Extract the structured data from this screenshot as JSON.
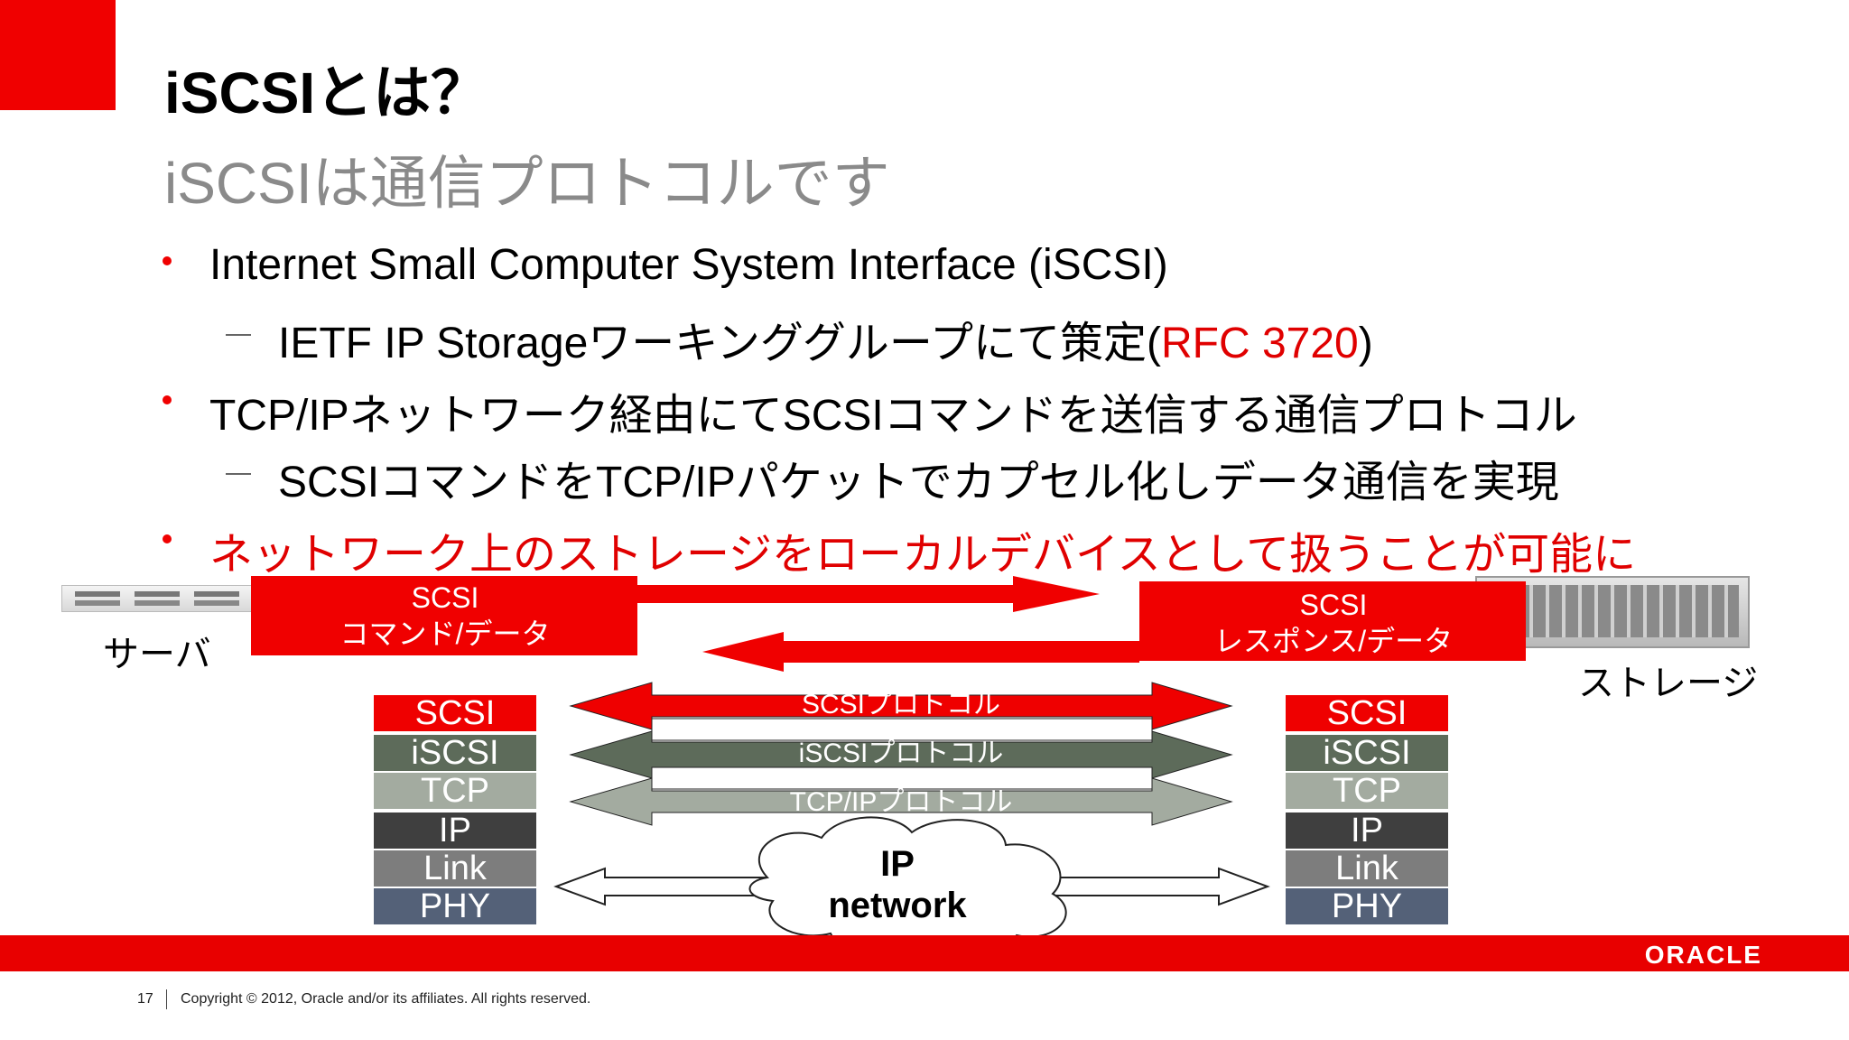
{
  "slide": {
    "title": "iSCSIとは？",
    "subtitle": "iSCSIは通信プロトコルです"
  },
  "bullets": {
    "b1": "Internet Small Computer System Interface (iSCSI)",
    "b1_sub_pre": "IETF IP Storageワーキンググループにて策定(",
    "b1_sub_red": "RFC 3720",
    "b1_sub_post": ")",
    "b2": "TCP/IPネットワーク経由にてSCSIコマンドを送信する通信プロトコル",
    "b2_sub": "SCSIコマンドをTCP/IPパケットでカプセル化しデータ通信を実現",
    "b3": "ネットワーク上のストレージをローカルデバイスとして扱うことが可能に"
  },
  "diagram": {
    "server_label": "サーバ",
    "storage_label": "ストレージ",
    "server_box_line1": "SCSI",
    "server_box_line2": "コマンド/データ",
    "storage_box_line1": "SCSI",
    "storage_box_line2": "レスポンス/データ",
    "stack_left": [
      "SCSI",
      "iSCSI",
      "TCP",
      "IP",
      "Link",
      "PHY"
    ],
    "stack_right": [
      "SCSI",
      "iSCSI",
      "TCP",
      "IP",
      "Link",
      "PHY"
    ],
    "proto_scsi": "SCSIプロトコル",
    "proto_iscsi": "iSCSIプロトコル",
    "proto_tcpip": "TCP/IPプロトコル",
    "cloud_line1": "IP",
    "cloud_line2": "network"
  },
  "footer": {
    "page_number": "17",
    "copyright": "Copyright © 2012, Oracle and/or its affiliates. All rights reserved.",
    "logo_text": "ORACLE"
  },
  "colors": {
    "accent_red": "#f00000",
    "scsi": "#ef0000",
    "iscsi": "#5d6b5a",
    "tcp": "#a3aba0",
    "ip": "#3f3f3f",
    "link": "#7d7d7d",
    "phy": "#546178"
  }
}
